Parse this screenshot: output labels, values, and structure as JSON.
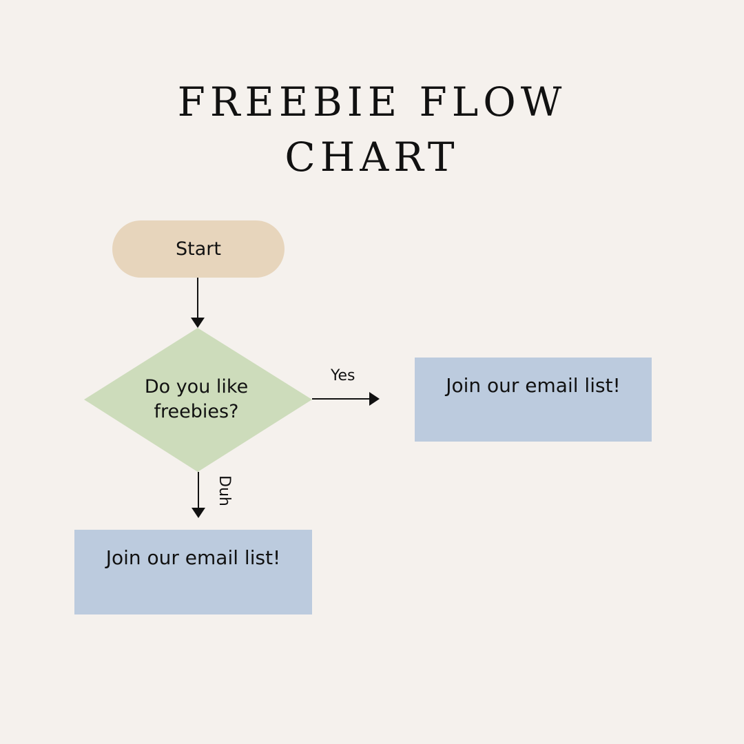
{
  "title": {
    "line1": "FREEBIE FLOW",
    "line2": "CHART"
  },
  "nodes": {
    "start": "Start",
    "decision_line1": "Do you like",
    "decision_line2": "freebies?",
    "yes_box": "Join our email list!",
    "duh_box": "Join our email list!"
  },
  "edges": {
    "yes": "Yes",
    "duh": "Duh"
  },
  "colors": {
    "background": "#f5f1ed",
    "start_fill": "#e7d5bc",
    "decision_fill": "#cddcbb",
    "box_fill": "#bccbde",
    "line": "#111111"
  }
}
